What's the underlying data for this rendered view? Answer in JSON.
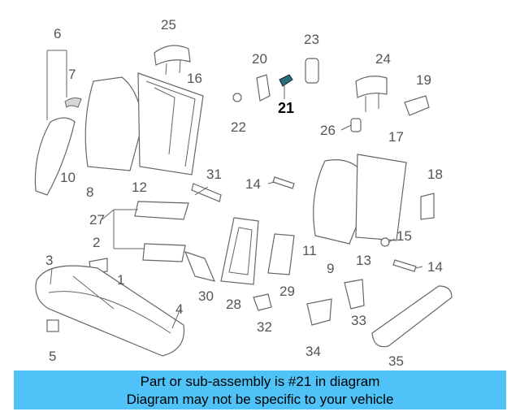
{
  "callouts": [
    {
      "n": "1"
    },
    {
      "n": "2"
    },
    {
      "n": "3"
    },
    {
      "n": "4"
    },
    {
      "n": "5"
    },
    {
      "n": "6"
    },
    {
      "n": "7"
    },
    {
      "n": "8"
    },
    {
      "n": "9"
    },
    {
      "n": "10"
    },
    {
      "n": "11"
    },
    {
      "n": "12"
    },
    {
      "n": "13"
    },
    {
      "n": "14"
    },
    {
      "n": "14"
    },
    {
      "n": "15"
    },
    {
      "n": "16"
    },
    {
      "n": "17"
    },
    {
      "n": "18"
    },
    {
      "n": "19"
    },
    {
      "n": "20"
    },
    {
      "n": "21"
    },
    {
      "n": "22"
    },
    {
      "n": "23"
    },
    {
      "n": "24"
    },
    {
      "n": "25"
    },
    {
      "n": "26"
    },
    {
      "n": "27"
    },
    {
      "n": "28"
    },
    {
      "n": "29"
    },
    {
      "n": "30"
    },
    {
      "n": "31"
    },
    {
      "n": "32"
    },
    {
      "n": "33"
    },
    {
      "n": "34"
    },
    {
      "n": "35"
    }
  ],
  "highlighted_part": "21",
  "banner": {
    "line1": "Part or sub-assembly is #21 in diagram",
    "line2": "Diagram may not be specific to your vehicle",
    "color": "#4fc3f7"
  }
}
